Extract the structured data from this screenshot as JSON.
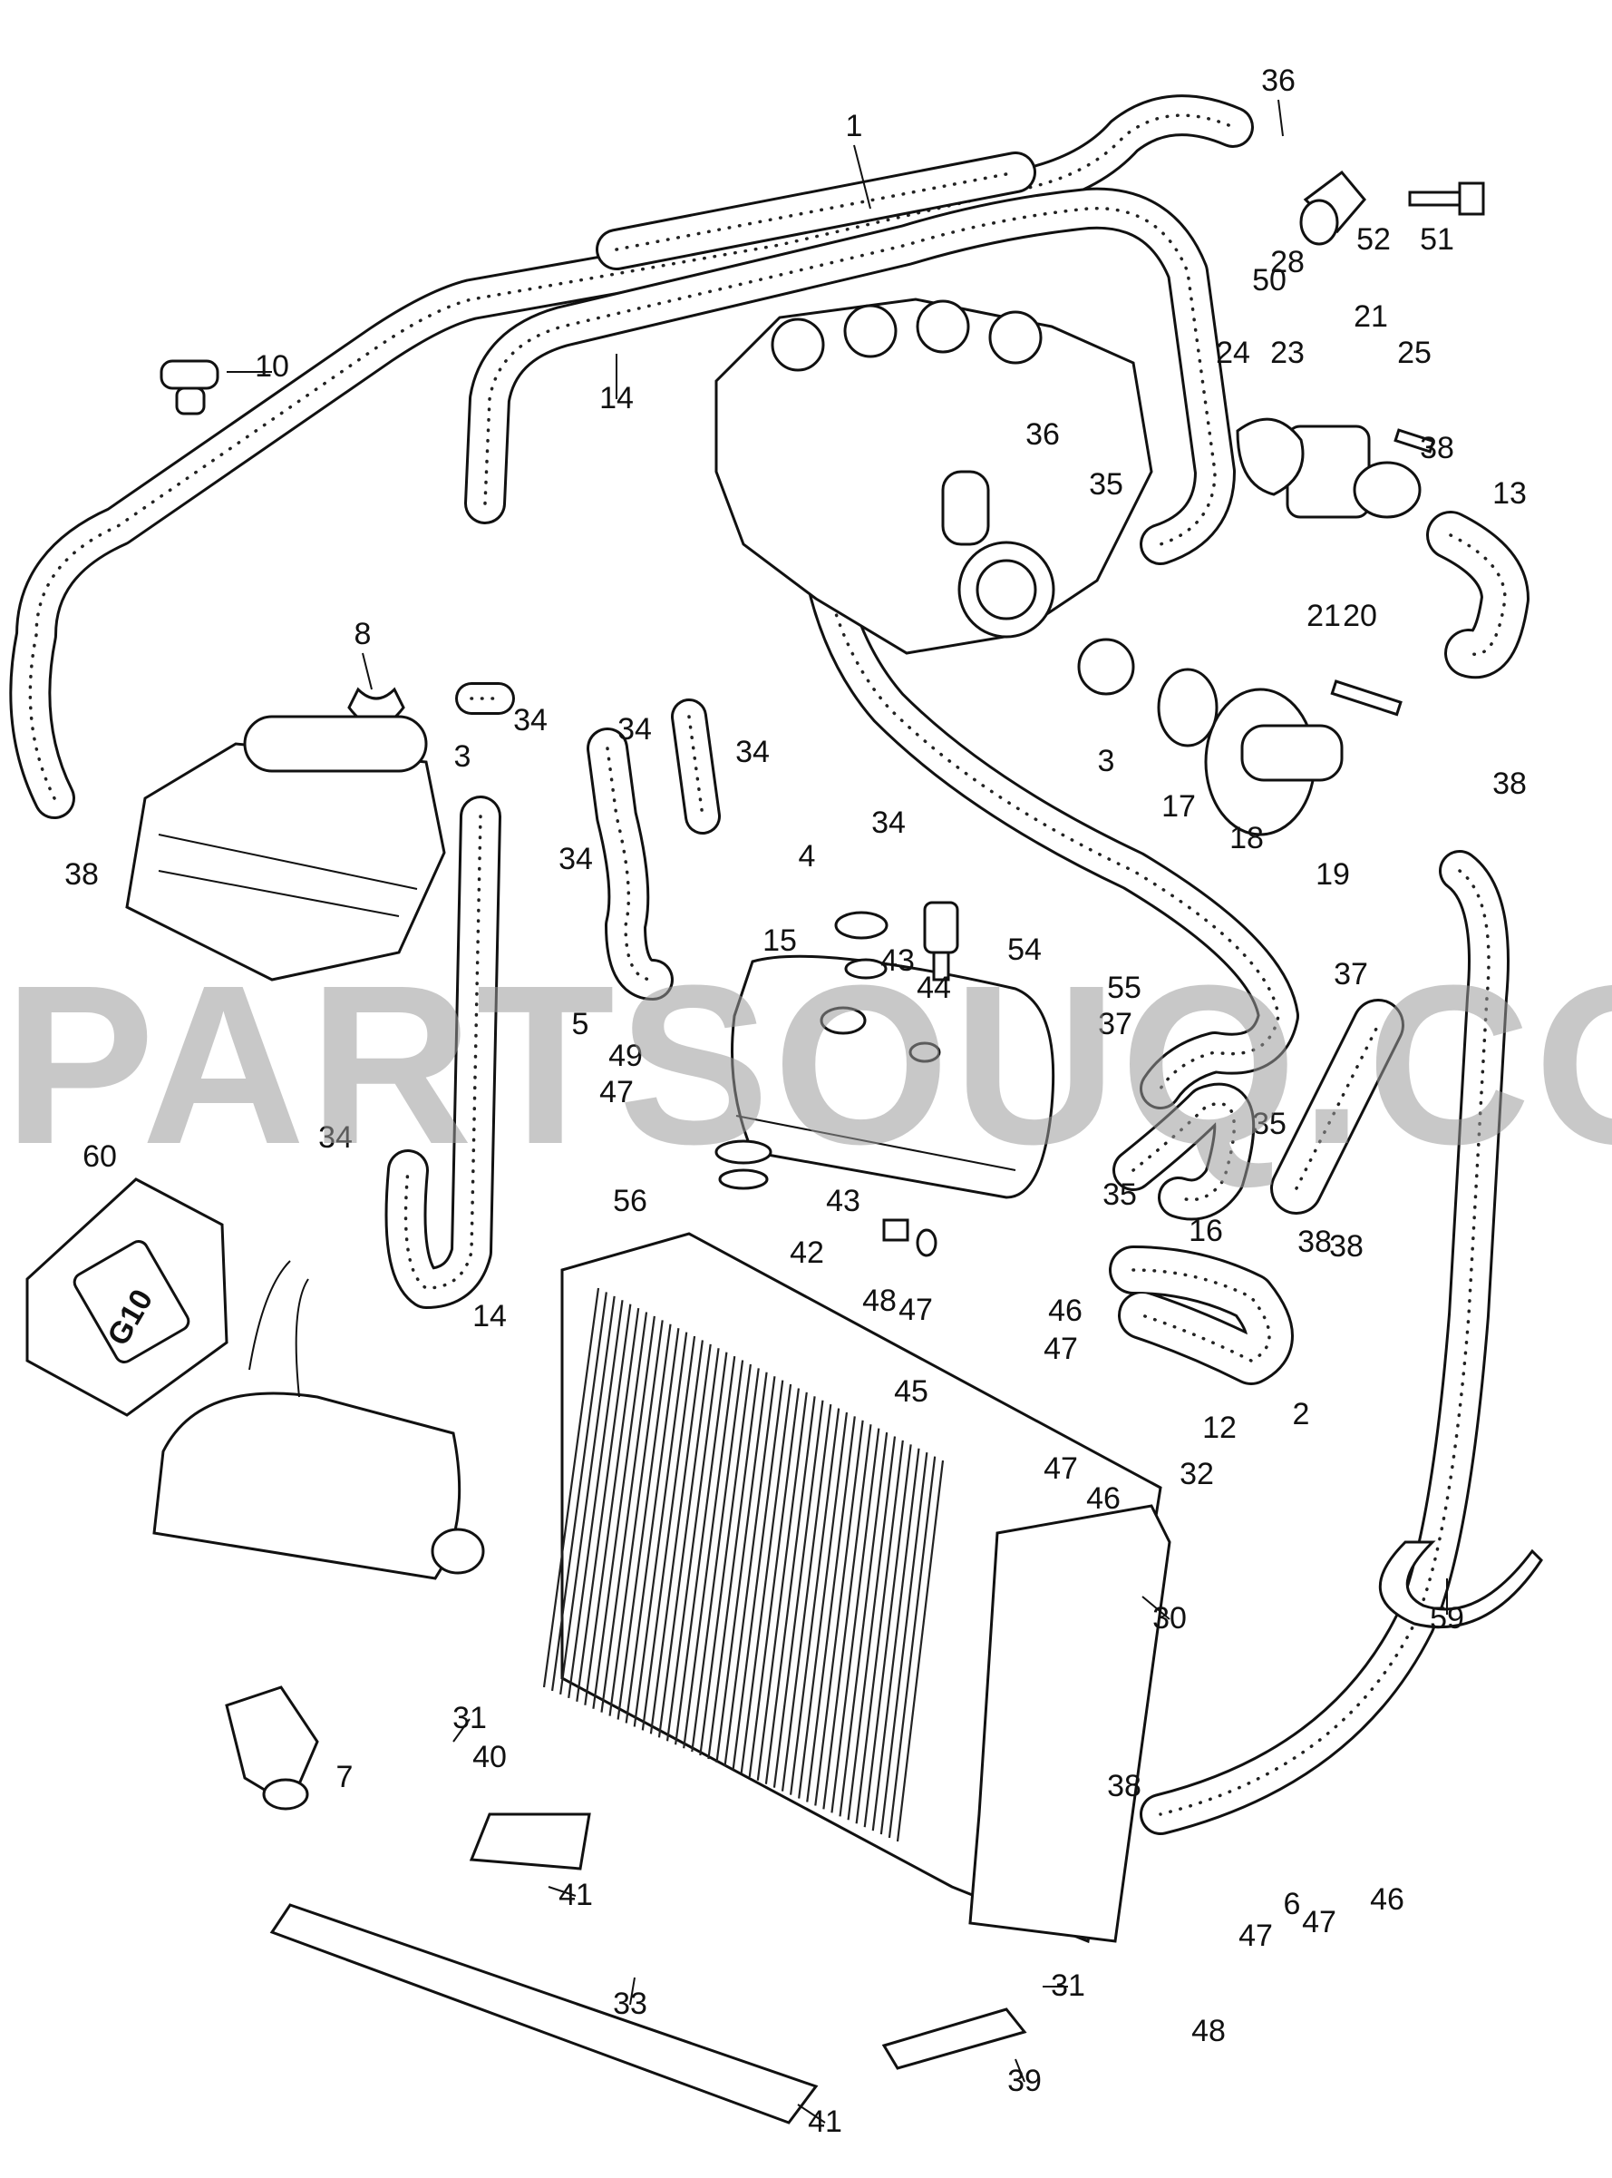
{
  "watermark": "PARTSOUQ.COM",
  "tank_label": "G10",
  "callouts": [
    "1",
    "36",
    "51",
    "52",
    "28",
    "50",
    "21",
    "25",
    "24",
    "23",
    "10",
    "14",
    "36",
    "35",
    "38",
    "13",
    "21",
    "20",
    "8",
    "34",
    "3",
    "34",
    "34",
    "3",
    "17",
    "18",
    "19",
    "38",
    "38",
    "34",
    "4",
    "34",
    "15",
    "43",
    "54",
    "44",
    "55",
    "37",
    "5",
    "37",
    "49",
    "47",
    "35",
    "35",
    "34",
    "60",
    "56",
    "43",
    "42",
    "48",
    "47",
    "38",
    "16",
    "38",
    "14",
    "46",
    "47",
    "45",
    "12",
    "2",
    "47",
    "46",
    "32",
    "30",
    "59",
    "31",
    "40",
    "7",
    "38",
    "41",
    "6",
    "46",
    "47",
    "47",
    "48",
    "31",
    "33",
    "39",
    "41"
  ]
}
